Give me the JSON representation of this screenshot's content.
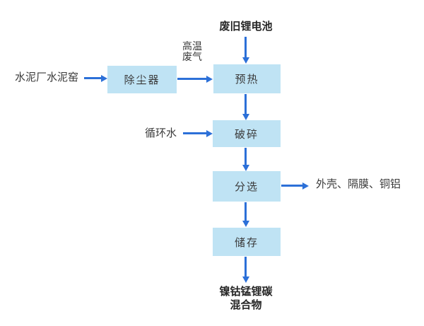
{
  "diagram": {
    "nodes": {
      "dust_remover": "除尘器",
      "preheat": "预热",
      "crush": "破碎",
      "sort": "分选",
      "store": "储存"
    },
    "labels": {
      "cement_kiln": "水泥厂水泥窑",
      "waste_battery": "废旧锂电池",
      "hot_gas_line1": "高温",
      "hot_gas_line2": "废气",
      "circulating_water": "循环水",
      "sort_output": "外壳、隔膜、铜铝",
      "final_output_line1": "镍钴锰锂碳",
      "final_output_line2": "混合物"
    },
    "colors": {
      "box_fill": "#BFE3F4",
      "arrow": "#2C70D8",
      "text": "#3A3A3A",
      "bold_text": "#262626",
      "background": "#FFFFFF"
    }
  }
}
